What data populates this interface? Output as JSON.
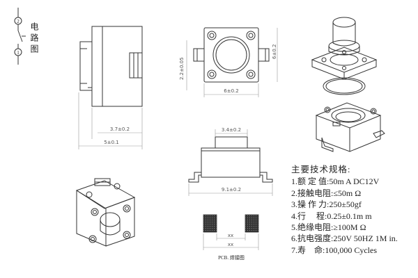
{
  "circuit": {
    "title": "电路图",
    "pin_top": "2",
    "pin_bottom": "1"
  },
  "dimensions": {
    "side_body_width": "3.7±0.2",
    "side_overall_width": "5±0.1",
    "top_width": "6±0.2",
    "top_height_left": "2.2±0.05",
    "top_height_right": "6±0.2",
    "front_cap_width": "3.4±0.2",
    "front_overall_width": "9.1±0.2",
    "pcb_pad_inner": "xx",
    "pcb_pad_outer": "xx"
  },
  "pcb_caption": "PCB. 焊接图",
  "specs": {
    "title": "主要技术规格:",
    "items": [
      "1.额 定 值:50m A DC12V",
      "2.接触电阻:≤50m Ω",
      "3.操 作 力:250±50gf",
      "4.行　 程:0.25±0.1m m",
      "5.绝缘电阻:≥100M Ω",
      "6.抗电强度:250V 50HZ 1M in.",
      "7.寿　命:100,000 Cycles"
    ]
  }
}
